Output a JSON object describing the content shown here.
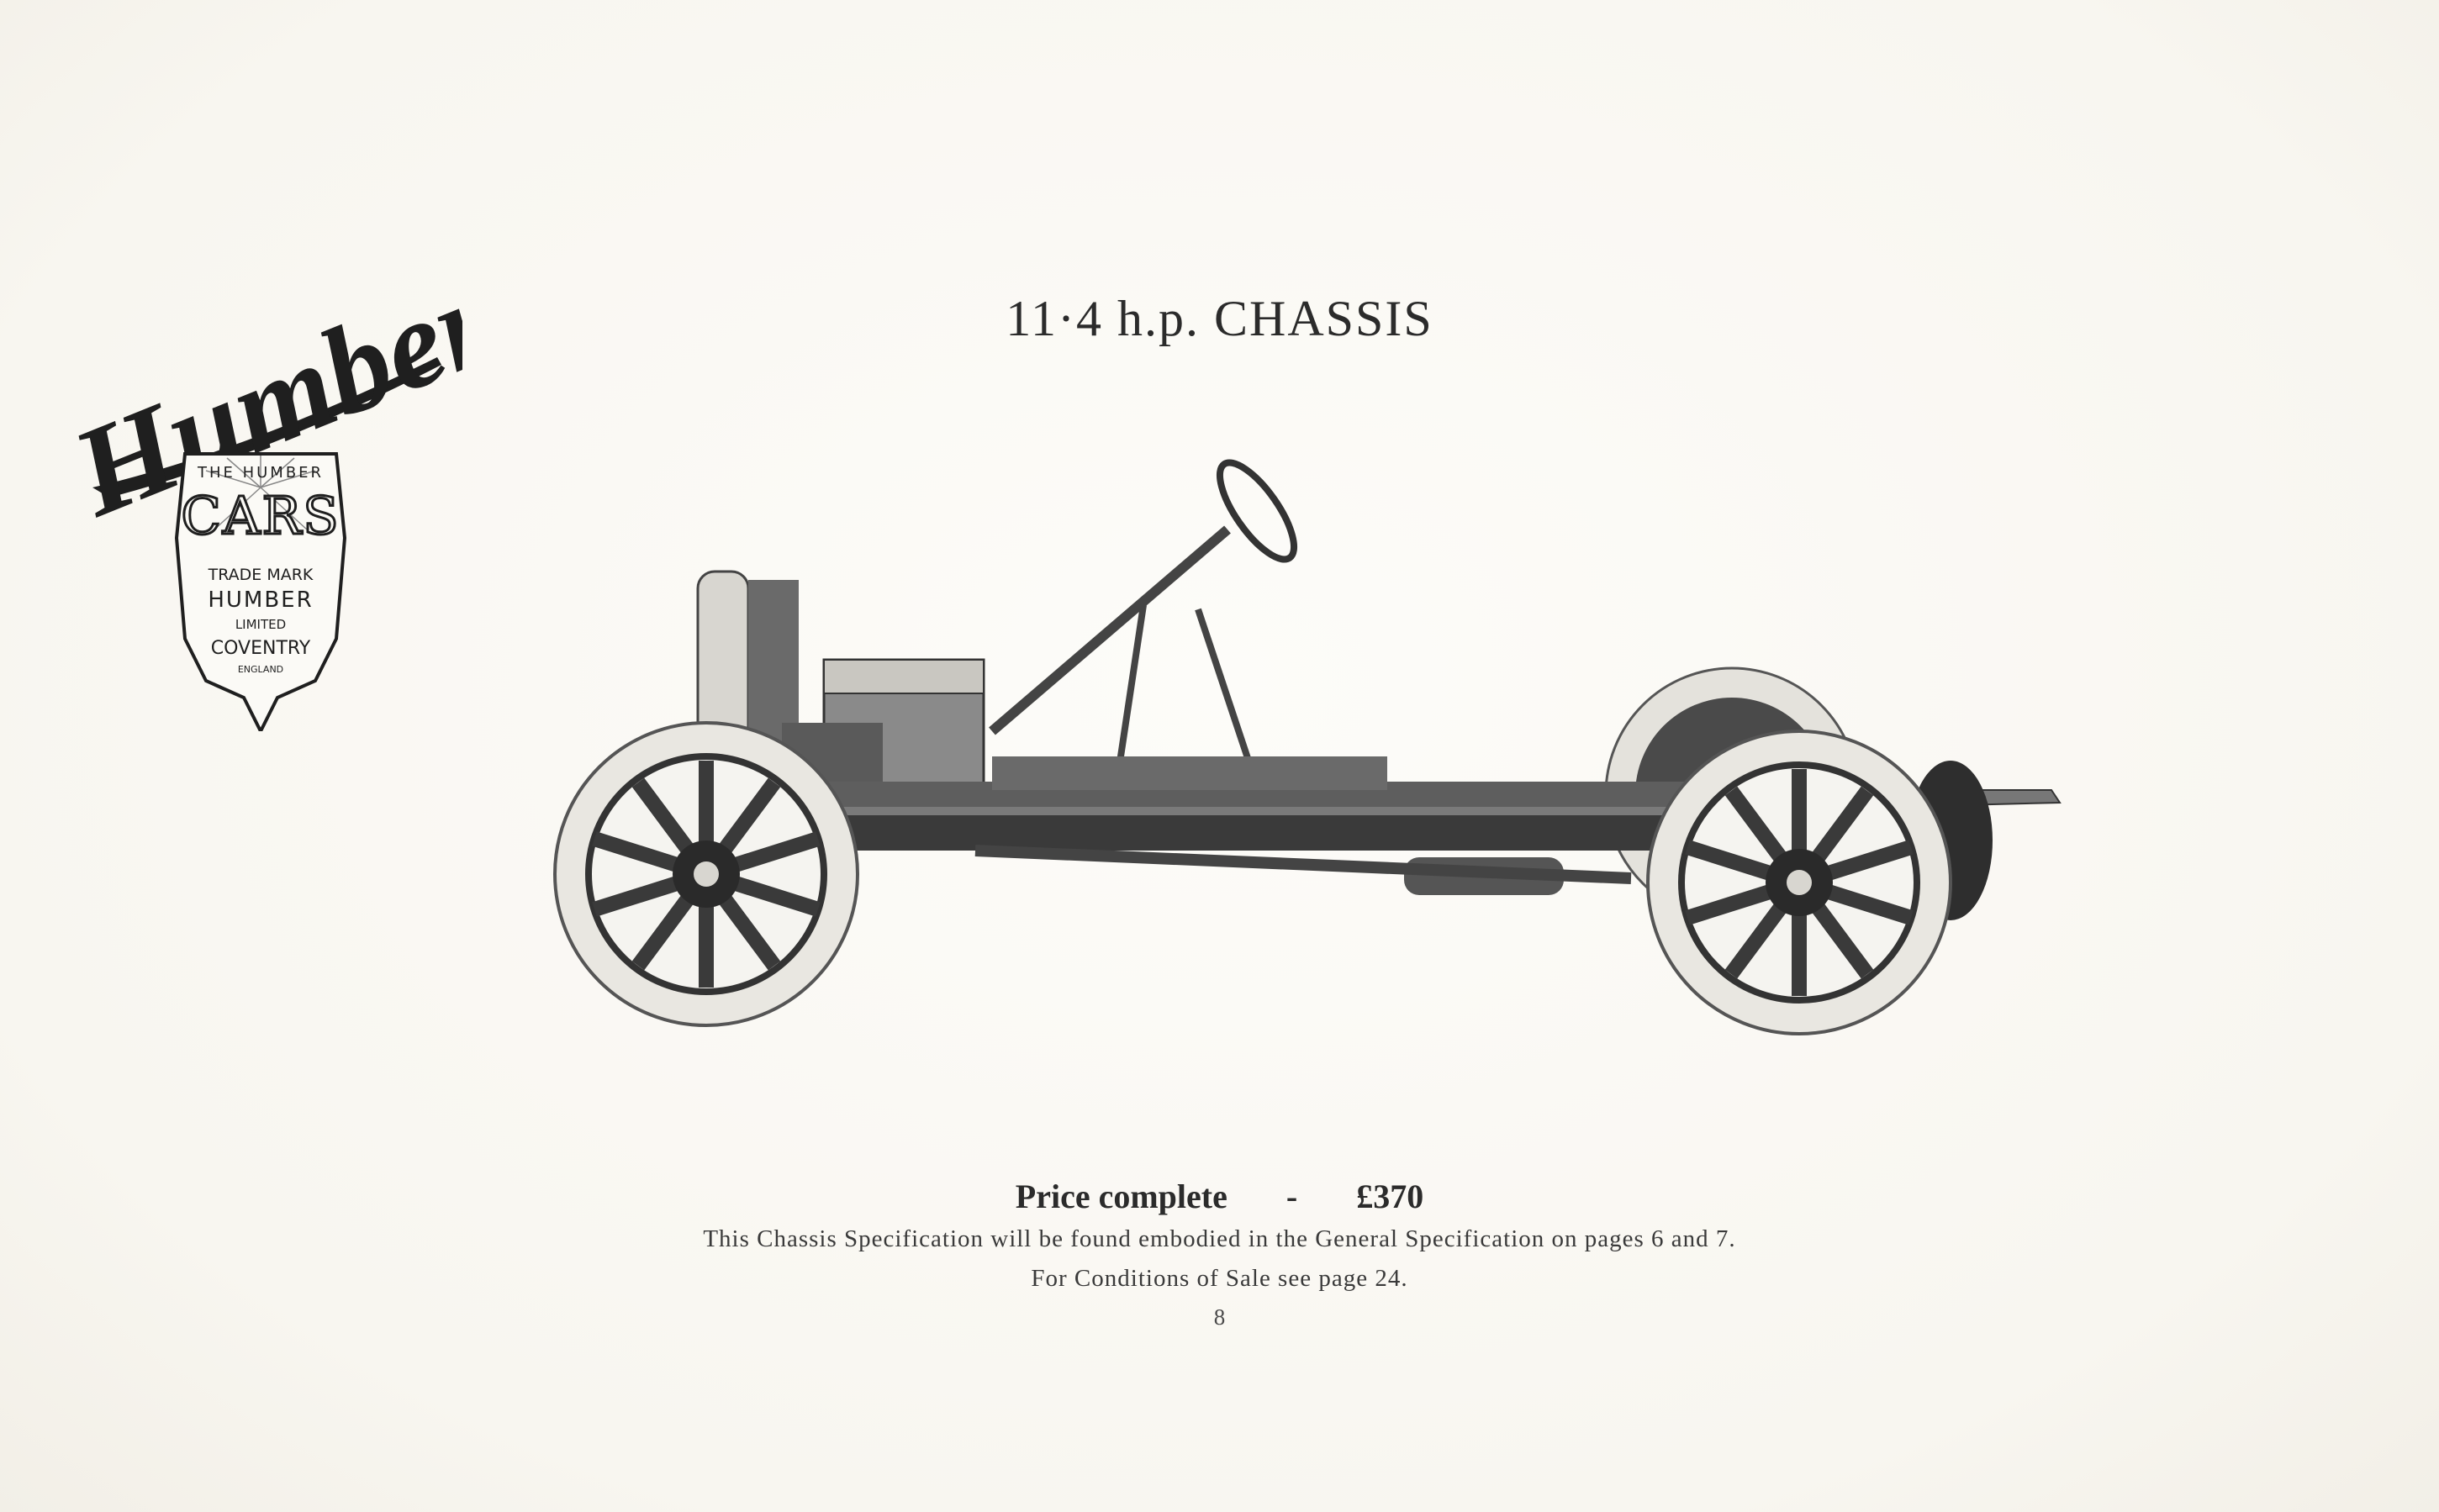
{
  "logo": {
    "script": "Humber",
    "arc": "THE HUMBER",
    "word": "CARS",
    "trade_mark": "TRADE MARK",
    "name": "HUMBER",
    "limited": "LIMITED",
    "city": "COVENTRY",
    "country": "ENGLAND"
  },
  "title": "11·4 h.p. CHASSIS",
  "price": {
    "label": "Price complete",
    "separator": "-",
    "amount": "£370"
  },
  "spec_note": "This Chassis Specification will be found embodied in the General Specification on pages 6 and 7.",
  "sale_note": "For Conditions of Sale see page 24.",
  "page_number": "8",
  "colors": {
    "paper": "#fbfaf6",
    "ink": "#2b2b2b",
    "tyre": "#e9e7e1",
    "metal": "#3a3a3a"
  }
}
